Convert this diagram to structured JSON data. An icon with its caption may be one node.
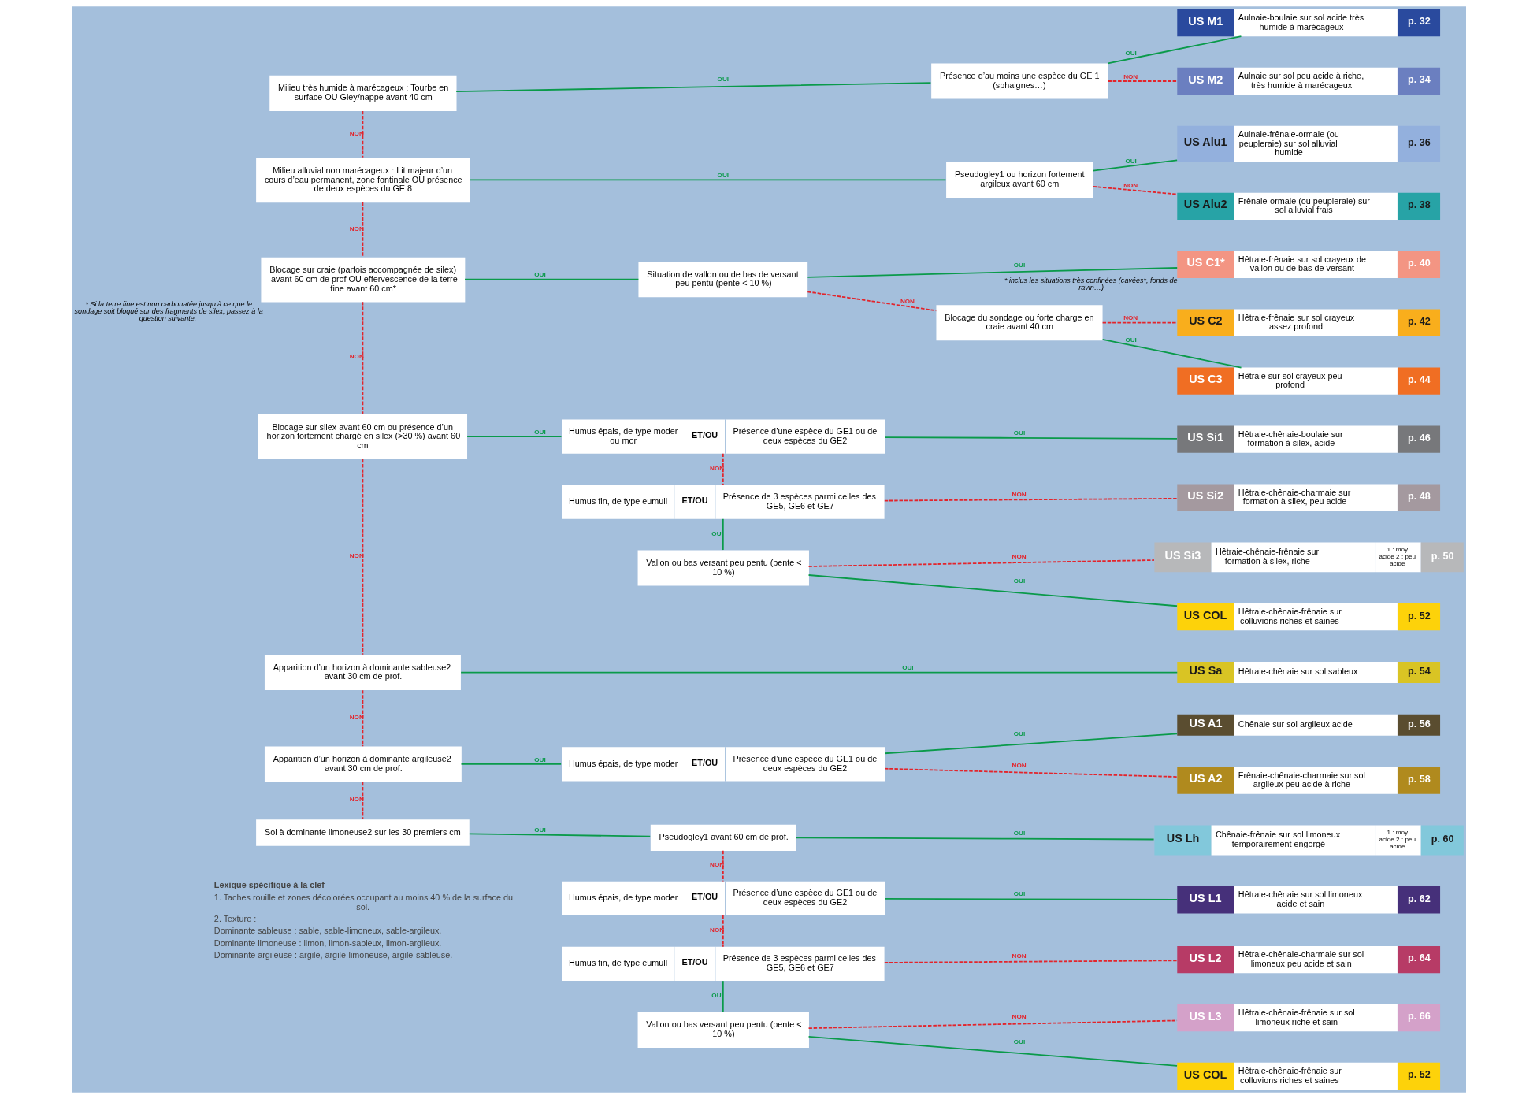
{
  "diagram": {
    "nodes": [
      {
        "text": [
          "Milieu très humide à marécageux : Tourbe en surface OU Gley/nappe avant 40 cm"
        ]
      },
      {
        "text": [
          "Présence d’au moins une espèce du GE 1 (sphaignes…)"
        ]
      },
      {
        "text": [
          "US M1",
          "Aulnaie-boulaie sur sol acide très humide à marécageux",
          "p. 32"
        ]
      },
      {
        "text": [
          "US M2",
          "Aulnaie sur sol peu acide à riche, très humide à marécageux",
          "p. 34"
        ]
      },
      {
        "text": [
          "Milieu alluvial non marécageux : Lit majeur d’un cours d’eau permanent, zone fontinale OU présence de deux espèces du GE 8"
        ]
      },
      {
        "text": [
          "Pseudogley1 ou horizon fortement argileux avant 60 cm"
        ]
      },
      {
        "text": [
          "US Alu1",
          "Aulnaie-frênaie-ormaie (ou peupleraie) sur sol alluvial humide",
          "p. 36"
        ]
      },
      {
        "text": [
          "US Alu2",
          "Frênaie-ormaie (ou peupleraie) sur sol alluvial frais",
          "p. 38"
        ]
      },
      {
        "text": [
          "Blocage sur craie (parfois accompagnée de silex) avant 60 cm de prof OU effervescence de la terre fine avant 60 cm*"
        ],
        "beside": [
          "* Si la terre fine est non carbonatée jusqu’à ce que le sondage soit bloqué sur des fragments de silex, passez à la question suivante."
        ]
      },
      {
        "text": [
          "Situation de vallon ou de bas de versant peu pentu (pente < 10 %)"
        ]
      },
      {
        "text": [
          "US C1*",
          "Hêtraie-frênaie sur sol crayeux de vallon ou de bas de versant",
          "p. 40"
        ],
        "beside": [
          "* inclus les situations très confinées (cavées*, fonds de ravin…)"
        ]
      },
      {
        "text": [
          "Blocage du sondage ou forte charge en craie avant 40 cm"
        ]
      },
      {
        "text": [
          "US C2",
          "Hêtraie-frênaie sur sol crayeux assez profond",
          "p. 42"
        ]
      },
      {
        "text": [
          "US C3",
          "Hêtraie sur sol crayeux peu profond",
          "p. 44"
        ]
      },
      {
        "text": [
          "Blocage sur silex avant 60 cm ou présence d’un horizon fortement chargé en silex (>30 %) avant 60 cm"
        ]
      },
      {
        "text": [
          "Humus épais, de type moder ou mor",
          "ET/OU",
          "Présence d’une espèce du GE1 ou de deux espèces du GE2"
        ]
      },
      {
        "text": [
          "US Si1",
          "Hêtraie-chênaie-boulaie sur formation à silex, acide",
          "p. 46"
        ]
      },
      {
        "text": [
          "Humus fin, de type eumull",
          "ET/OU",
          "Présence de 3 espèces parmi celles des GE5, GE6 et GE7"
        ]
      },
      {
        "text": [
          "US Si2",
          "Hêtraie-chênaie-charmaie sur formation à silex, peu acide",
          "p. 48"
        ]
      },
      {
        "text": [
          "Vallon ou bas versant peu pentu (pente < 10 %)"
        ]
      },
      {
        "text": [
          "US Si3",
          "Hêtraie-chênaie-frênaie sur formation à silex, riche",
          "1 : moy. acide 2 : peu acide",
          "p. 50"
        ]
      },
      {
        "text": [
          "US COL",
          "Hêtraie-chênaie-frênaie sur colluvions riches et saines",
          "p. 52"
        ]
      },
      {
        "text": [
          "Apparition d’un horizon à dominante sableuse2 avant 30 cm de prof."
        ]
      },
      {
        "text": [
          "US Sa",
          "Hêtraie-chênaie sur sol sableux",
          "p. 54"
        ]
      },
      {
        "text": [
          "Apparition d’un horizon à dominante argileuse2 avant 30 cm de prof."
        ]
      },
      {
        "text": [
          "Humus épais, de type moder",
          "ET/OU",
          "Présence d’une espèce du GE1 ou de deux espèces du GE2"
        ]
      },
      {
        "text": [
          "US A1",
          "Chênaie sur sol argileux acide",
          "p. 56"
        ]
      },
      {
        "text": [
          "US A2",
          "Frênaie-chênaie-charmaie sur sol argileux peu acide à riche",
          "p. 58"
        ]
      },
      {
        "text": [
          "Sol à dominante limoneuse2 sur les 30 premiers cm"
        ]
      },
      {
        "text": [
          "Pseudogley1 avant 60 cm de prof."
        ]
      },
      {
        "text": [
          "US Lh",
          "Chênaie-frênaie sur sol limoneux temporairement engorgé",
          "1 : moy. acide 2 : peu acide",
          "p. 60"
        ]
      },
      {
        "text": [
          "Humus épais, de type moder",
          "ET/OU",
          "Présence d’une espèce du GE1 ou de deux espèces du GE2"
        ]
      },
      {
        "text": [
          "US L1",
          "Hêtraie-chênaie sur sol limoneux acide et sain",
          "p. 62"
        ]
      },
      {
        "text": [
          "Humus fin, de type eumull",
          "ET/OU",
          "Présence de 3 espèces parmi celles des GE5, GE6 et GE7"
        ]
      },
      {
        "text": [
          "US L2",
          "Hêtraie-chênaie-charmaie sur sol limoneux peu acide et sain",
          "p. 64"
        ]
      },
      {
        "text": [
          "Vallon ou bas versant peu pentu (pente < 10 %)"
        ]
      },
      {
        "text": [
          "US L3",
          "Hêtraie-chênaie-frênaie sur sol limoneux riche et sain",
          "p. 66"
        ]
      },
      {
        "text": [
          "US COL",
          "Hêtraie-chênaie-frênaie sur colluvions riches et saines",
          "p. 52"
        ]
      }
    ],
    "edges": [
      {
        "from": 0,
        "to": 1,
        "arrow": "none",
        "label": "OUI",
        "color": "#0a9a4a"
      },
      {
        "from": 0,
        "to": 4,
        "arrow": "none",
        "label": "NON",
        "style": "dashed",
        "color": "#e3242b"
      },
      {
        "from": 1,
        "to": 2,
        "arrow": "none",
        "label": "OUI",
        "color": "#0a9a4a"
      },
      {
        "from": 1,
        "to": 3,
        "arrow": "none",
        "label": "NON",
        "style": "dashed",
        "color": "#e3242b"
      },
      {
        "from": 4,
        "to": 5,
        "arrow": "none",
        "label": "OUI",
        "color": "#0a9a4a"
      },
      {
        "from": 4,
        "to": 8,
        "arrow": "none",
        "label": "NON",
        "style": "dashed",
        "color": "#e3242b"
      },
      {
        "from": 5,
        "to": 6,
        "arrow": "none",
        "label": "OUI",
        "color": "#0a9a4a"
      },
      {
        "from": 5,
        "to": 7,
        "arrow": "none",
        "label": "NON",
        "style": "dashed",
        "color": "#e3242b"
      },
      {
        "from": 8,
        "to": 9,
        "arrow": "none",
        "label": "OUI",
        "color": "#0a9a4a"
      },
      {
        "from": 8,
        "to": 14,
        "arrow": "none",
        "label": "NON",
        "style": "dashed",
        "color": "#e3242b"
      },
      {
        "from": 9,
        "to": 10,
        "arrow": "none",
        "label": "OUI",
        "color": "#0a9a4a"
      },
      {
        "from": 9,
        "to": 11,
        "arrow": "none",
        "label": "NON",
        "style": "dashed",
        "color": "#e3242b"
      },
      {
        "from": 11,
        "to": 12,
        "arrow": "none",
        "label": "NON",
        "style": "dashed",
        "color": "#e3242b"
      },
      {
        "from": 11,
        "to": 13,
        "arrow": "none",
        "label": "OUI",
        "color": "#0a9a4a"
      },
      {
        "from": 14,
        "to": 15,
        "arrow": "none",
        "label": "OUI",
        "color": "#0a9a4a"
      },
      {
        "from": 14,
        "to": 22,
        "arrow": "none",
        "label": "NON",
        "style": "dashed",
        "color": "#e3242b"
      },
      {
        "from": 15,
        "to": 16,
        "arrow": "none",
        "label": "OUI",
        "color": "#0a9a4a"
      },
      {
        "from": 15,
        "to": 17,
        "arrow": "none",
        "label": "NON",
        "style": "dashed",
        "color": "#e3242b"
      },
      {
        "from": 17,
        "to": 18,
        "arrow": "none",
        "label": "NON",
        "style": "dashed",
        "color": "#e3242b"
      },
      {
        "from": 17,
        "to": 19,
        "arrow": "none",
        "label": "OUI",
        "color": "#0a9a4a"
      },
      {
        "from": 19,
        "to": 20,
        "arrow": "none",
        "label": "NON",
        "style": "dashed",
        "color": "#e3242b"
      },
      {
        "from": 19,
        "to": 21,
        "arrow": "none",
        "label": "OUI",
        "color": "#0a9a4a"
      },
      {
        "from": 22,
        "to": 23,
        "arrow": "none",
        "label": "OUI",
        "color": "#0a9a4a"
      },
      {
        "from": 22,
        "to": 24,
        "arrow": "none",
        "label": "NON",
        "style": "dashed",
        "color": "#e3242b"
      },
      {
        "from": 24,
        "to": 25,
        "arrow": "none",
        "label": "OUI",
        "color": "#0a9a4a"
      },
      {
        "from": 24,
        "to": 28,
        "arrow": "none",
        "label": "NON",
        "style": "dashed",
        "color": "#e3242b"
      },
      {
        "from": 25,
        "to": 26,
        "arrow": "none",
        "label": "OUI",
        "color": "#0a9a4a"
      },
      {
        "from": 25,
        "to": 27,
        "arrow": "none",
        "label": "NON",
        "style": "dashed",
        "color": "#e3242b"
      },
      {
        "from": 28,
        "to": 29,
        "arrow": "none",
        "label": "OUI",
        "color": "#0a9a4a"
      },
      {
        "from": 29,
        "to": 30,
        "arrow": "none",
        "label": "OUI",
        "color": "#0a9a4a"
      },
      {
        "from": 29,
        "to": 31,
        "arrow": "none",
        "label": "NON",
        "style": "dashed",
        "color": "#e3242b"
      },
      {
        "from": 31,
        "to": 32,
        "arrow": "none",
        "label": "OUI",
        "color": "#0a9a4a"
      },
      {
        "from": 31,
        "to": 33,
        "arrow": "none",
        "label": "NON",
        "style": "dashed",
        "color": "#e3242b"
      },
      {
        "from": 33,
        "to": 34,
        "arrow": "none",
        "label": "NON",
        "style": "dashed",
        "color": "#e3242b"
      },
      {
        "from": 33,
        "to": 35,
        "arrow": "none",
        "label": "OUI",
        "color": "#0a9a4a"
      },
      {
        "from": 35,
        "to": 36,
        "arrow": "none",
        "label": "NON",
        "style": "dashed",
        "color": "#e3242b"
      },
      {
        "from": 35,
        "to": 37,
        "arrow": "none",
        "label": "OUI",
        "color": "#0a9a4a"
      }
    ],
    "labels": [
      "Lexique spécifique à la clef",
      "1. Taches rouille et zones décolorées occupant au moins 40 % de la surface du sol.",
      "2. Texture :",
      "Dominante sableuse : sable, sable-limoneux, sable-argileux.",
      "Dominante limoneuse : limon, limon-sableux, limon-argileux.",
      "Dominante argileuse : argile, argile-limoneuse, argile-sableuse."
    ]
  }
}
